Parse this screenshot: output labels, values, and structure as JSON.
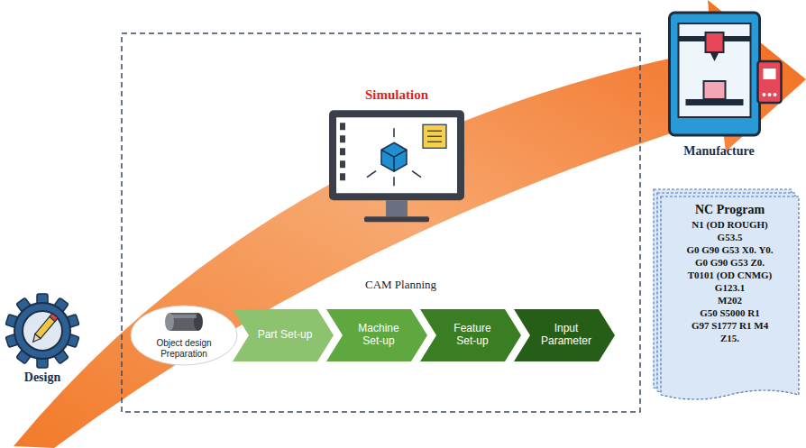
{
  "diagram": {
    "nodes": [
      {
        "text": [
          "Design"
        ]
      },
      {
        "text": [
          "Simulation"
        ]
      },
      {
        "text": [
          "Object design Preparation"
        ]
      },
      {
        "text": [
          "Part Set-up"
        ]
      },
      {
        "text": [
          "Machine Set-up"
        ]
      },
      {
        "text": [
          "Feature Set-up"
        ]
      },
      {
        "text": [
          "Input Parameter"
        ]
      },
      {
        "text": [
          "Manufacture"
        ]
      },
      {
        "text": [
          "NC Program",
          "N1 (OD ROUGH)",
          "G53.5",
          "G0 G90 G53 X0. Y0.",
          "G0 G90 G53 Z0.",
          "T0101 (OD CNMG)",
          "G123.1",
          "M202",
          "G50 S5000 R1",
          "G97 S1777 R1 M4",
          "Z15."
        ]
      }
    ],
    "labels": [
      "CAM Planning"
    ]
  }
}
